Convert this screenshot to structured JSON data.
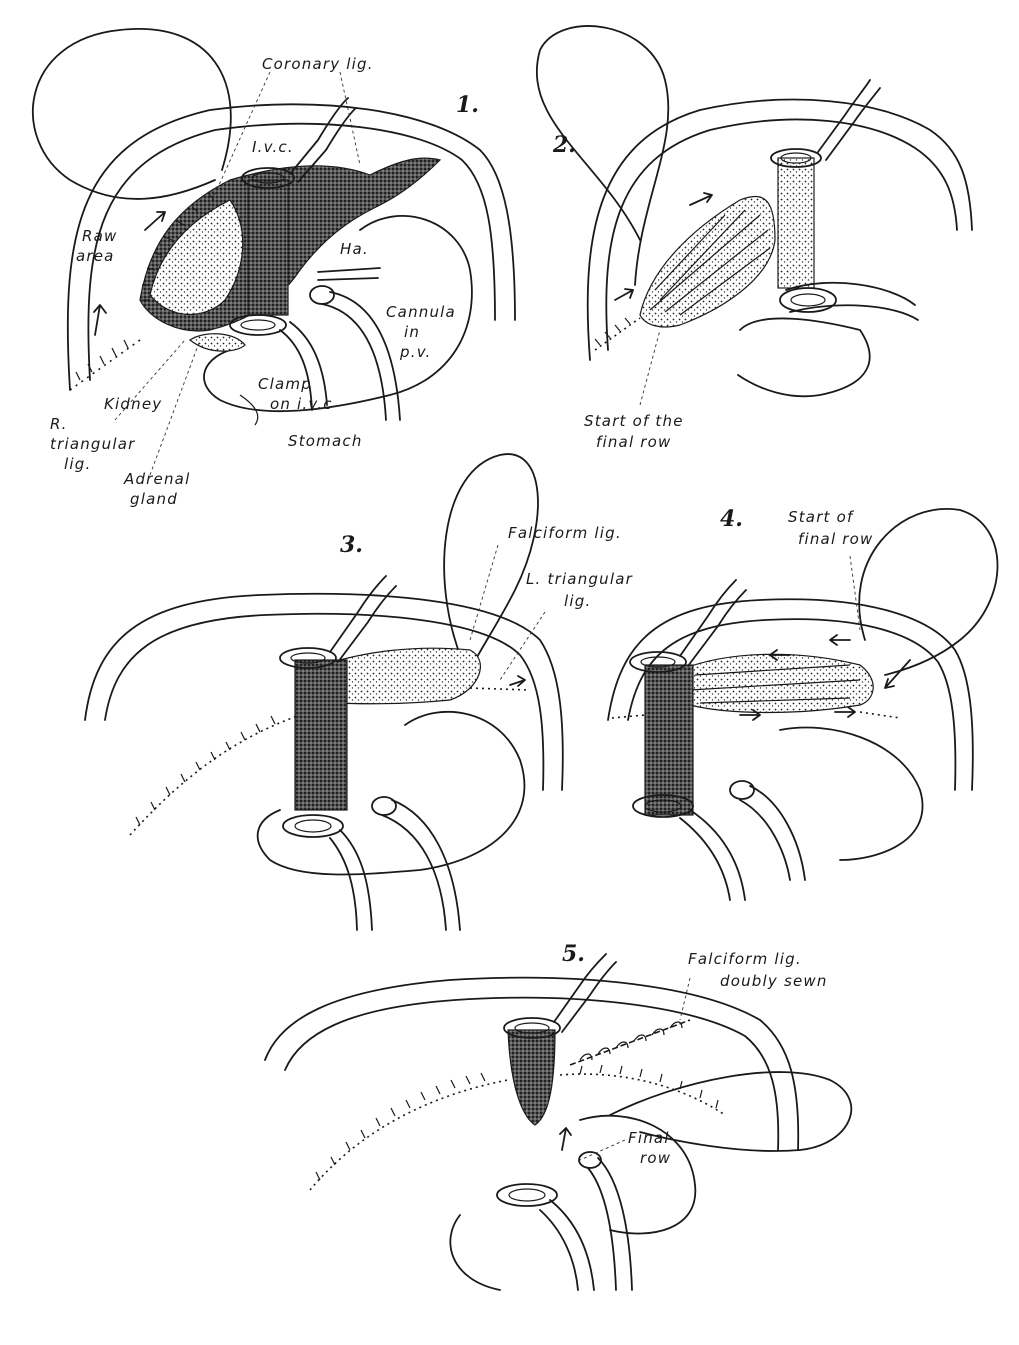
{
  "panels": [
    {
      "number": "1.",
      "labels": [
        "Coronary lig.",
        "I.v.c.",
        "Raw",
        "area",
        "Ha.",
        "Cannula",
        "in",
        "p.v.",
        "Clamp",
        "on i.v.c",
        "Kidney",
        "R.",
        "triangular",
        "lig.",
        "Adrenal",
        "gland",
        "Stomach"
      ]
    },
    {
      "number": "2.",
      "labels": [
        "Start of the",
        "final row"
      ]
    },
    {
      "number": "3.",
      "labels": [
        "Falciform lig.",
        "L. triangular",
        "lig."
      ]
    },
    {
      "number": "4.",
      "labels": [
        "Start of",
        "final row"
      ]
    },
    {
      "number": "5.",
      "labels": [
        "Falciform lig.",
        "doubly sewn",
        "Final",
        "row"
      ]
    }
  ]
}
